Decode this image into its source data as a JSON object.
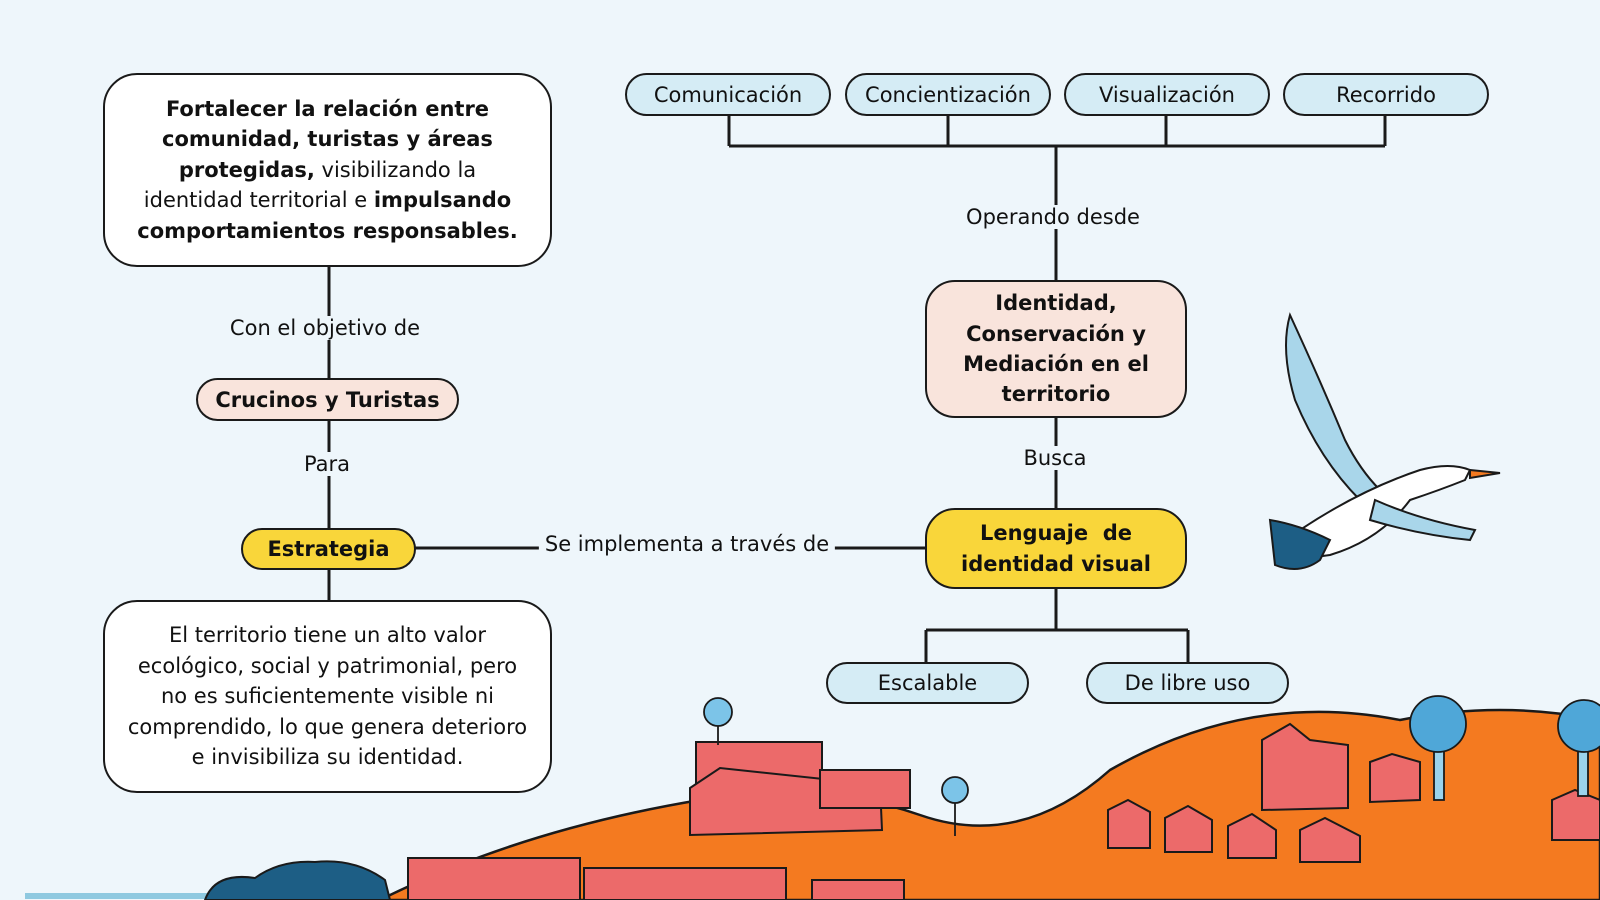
{
  "top_tags": [
    "Comunicación",
    "Concientización",
    "Visualización",
    "Recorrido"
  ],
  "connectors": {
    "operando": "Operando desde",
    "objetivo": "Con el objetivo de",
    "para": "Para",
    "busca": "Busca",
    "implementa": "Se implementa a través de"
  },
  "objective": {
    "bold1": "Fortalecer la relación entre comunidad, turistas y áreas protegidas,",
    "text1": " visibilizando la identidad territorial e ",
    "bold2": "impulsando comportamientos responsables."
  },
  "audience": "Crucinos y Turistas",
  "strategy": "Estrategia",
  "problem": "El territorio tiene un alto valor ecológico, social y patrimonial, pero no es suficientemente visible ni comprendido, lo que genera deterioro e invisibiliza su identidad.",
  "identity": "Identidad, Conservación y Mediación en el territorio",
  "visual_language": "Lenguaje  de identidad visual",
  "bottom_tags": [
    "Escalable",
    "De libre uso"
  ],
  "colors": {
    "blue": "#d5ecf5",
    "pink": "#f9e4dc",
    "yellow": "#f9d63a",
    "orange": "#f47a20",
    "house": "#ec6a6a",
    "background": "#eef6fb"
  },
  "illustrations": [
    "heron-bird-icon",
    "hills-landscape",
    "palm-tree-icon",
    "house-icon"
  ]
}
